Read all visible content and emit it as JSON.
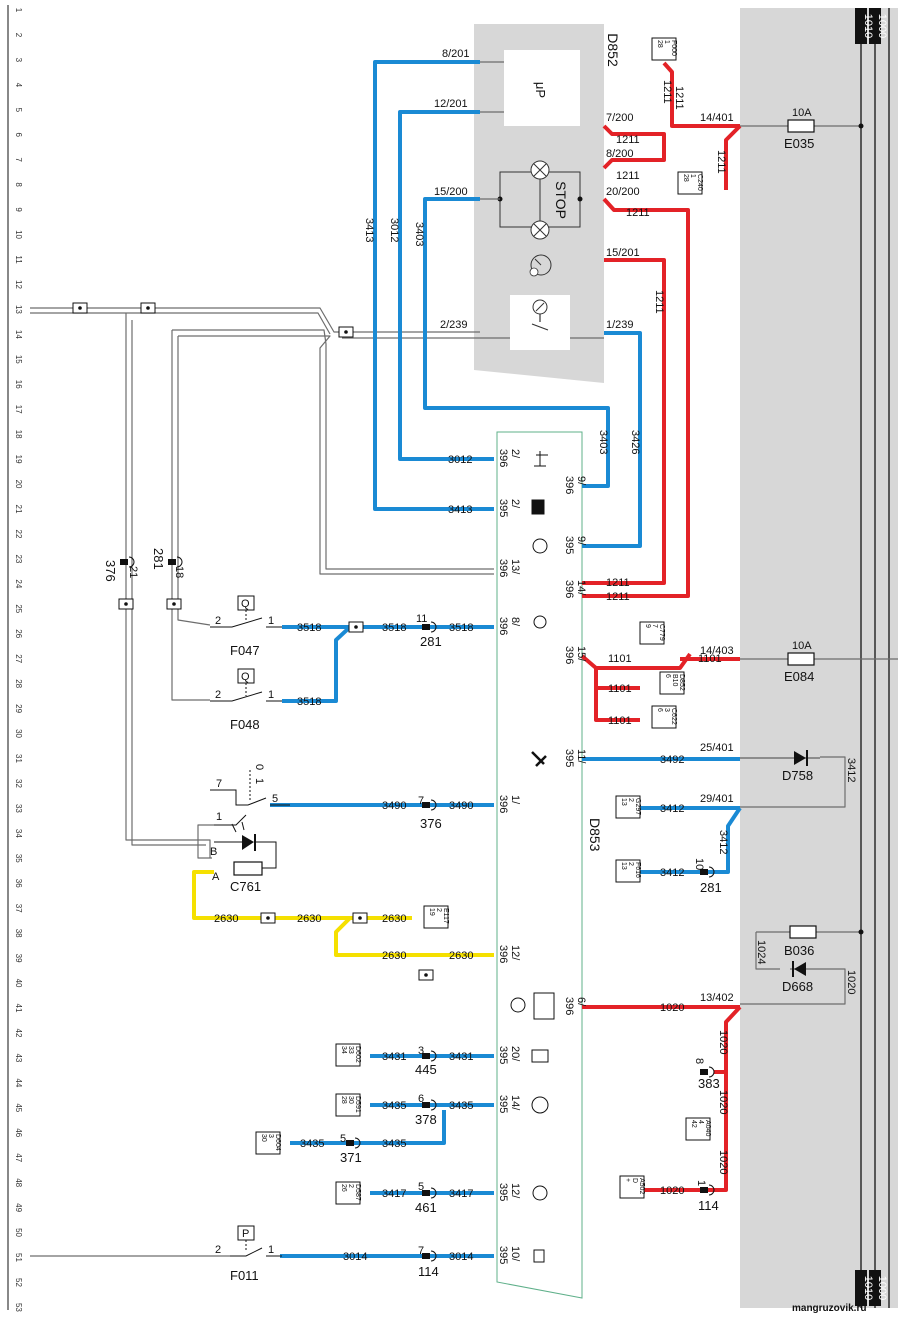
{
  "colors": {
    "red": "#e32227",
    "blue": "#1a8ad4",
    "yellow": "#f5e000",
    "gray_wire": "#6d6d6d",
    "grey_box": "#d7d7d7",
    "green_outline": "#5fb08a",
    "black": "#111111"
  },
  "rows": [
    "1",
    "2",
    "3",
    "4",
    "5",
    "6",
    "7",
    "8",
    "9",
    "10",
    "11",
    "12",
    "13",
    "14",
    "15",
    "16",
    "17",
    "18",
    "19",
    "20",
    "21",
    "22",
    "23",
    "24",
    "25",
    "26",
    "27",
    "28",
    "29",
    "30",
    "31",
    "32",
    "33",
    "34",
    "35",
    "36",
    "37",
    "38",
    "39",
    "40",
    "41",
    "42",
    "43",
    "44",
    "45",
    "46",
    "47",
    "48",
    "49",
    "50",
    "51",
    "52",
    "53"
  ],
  "power_rail": {
    "top_a": "1000",
    "top_b": "1010",
    "bottom_a": "1000",
    "bottom_b": "1010"
  },
  "d852": {
    "id": "D852",
    "up": "μP",
    "stop": "STOP",
    "pins": {
      "p8_201": "8/201",
      "p12_201": "12/201",
      "p15_200": "15/200",
      "p2_239": "2/239",
      "p7_200": "7/200",
      "p8_200": "8/200",
      "p20_200": "20/200",
      "p15_201": "15/201",
      "p1_239": "1/239"
    }
  },
  "d853": {
    "id": "D853",
    "left_pins": {
      "a": [
        "2/",
        "396"
      ],
      "b": [
        "2/",
        "395"
      ],
      "c": [
        "13/",
        "396"
      ],
      "d": [
        "8/",
        "396"
      ],
      "e": [
        "1/",
        "396"
      ],
      "f": [
        "12/",
        "396"
      ],
      "g": [
        "20/",
        "395"
      ],
      "h": [
        "14/",
        "395"
      ],
      "i": [
        "12/",
        "395"
      ],
      "j": [
        "10/",
        "395"
      ]
    },
    "right_pins": {
      "a": [
        "9/",
        "396"
      ],
      "b": [
        "9/",
        "395"
      ],
      "c": [
        "14/",
        "396"
      ],
      "d": [
        "15/",
        "396"
      ],
      "e": [
        "11/",
        "395"
      ],
      "f": [
        "6/",
        "396"
      ]
    }
  },
  "wires": {
    "w3413": "3413",
    "w3012": "3012",
    "w3403": "3403",
    "w3426": "3426",
    "w1211": "1211",
    "w1101": "1101",
    "w3518": "3518",
    "w3490": "3490",
    "w2630": "2630",
    "w3492": "3492",
    "w3412": "3412",
    "w1020": "1020",
    "w1024": "1024",
    "w3431": "3431",
    "w3435": "3435",
    "w3417": "3417",
    "w3014": "3014"
  },
  "harness": {
    "p14_401": "14/401",
    "p14_403": "14/403",
    "p25_401": "25/401",
    "p29_401": "29/401",
    "p13_402": "13/402",
    "n376": "376",
    "n281": "281",
    "n21": "21",
    "n18": "18",
    "n11": "11",
    "n7": "7",
    "n10": "10",
    "n8": "8",
    "n1": "1",
    "n3": "3",
    "n6": "6",
    "n5": "5",
    "n383": "383",
    "n114": "114",
    "n445": "445",
    "n378": "378",
    "n371": "371",
    "n461": "461"
  },
  "components": {
    "e035": "E035",
    "e084": "E084",
    "fuse": "10A",
    "d758": "D758",
    "d668": "D668",
    "b036": "B036",
    "f047": "F047",
    "f048": "F048",
    "f011": "F011",
    "c761": "C761",
    "q": "Q",
    "p": "P",
    "a": "A",
    "b": "B"
  },
  "switch_pins": {
    "s1": "1",
    "s2": "2",
    "s5": "5",
    "s7": "7",
    "s0": "0"
  },
  "refs": {
    "f000": [
      "F000",
      "1",
      "28"
    ],
    "c240": [
      "C240",
      "1",
      "28"
    ],
    "c779": [
      "C779",
      "7",
      "9"
    ],
    "d852b": [
      "D852",
      "B10",
      "6"
    ],
    "c622": [
      "C622",
      "3",
      "6"
    ],
    "g297": [
      "G297",
      "2",
      "13"
    ],
    "f616": [
      "F616",
      "2",
      "13"
    ],
    "e117": [
      "E117",
      "2",
      "19"
    ],
    "a040": [
      "A040",
      "4",
      "42"
    ],
    "a502": [
      "A502",
      "D",
      "+"
    ],
    "d602": [
      "D602",
      "33",
      "34"
    ],
    "d591": [
      "D591",
      "30",
      "28"
    ],
    "d604": [
      "D604",
      "3",
      "30"
    ],
    "d587": [
      "D587",
      "2",
      "26"
    ]
  },
  "watermark": "mangruzovik.ru"
}
